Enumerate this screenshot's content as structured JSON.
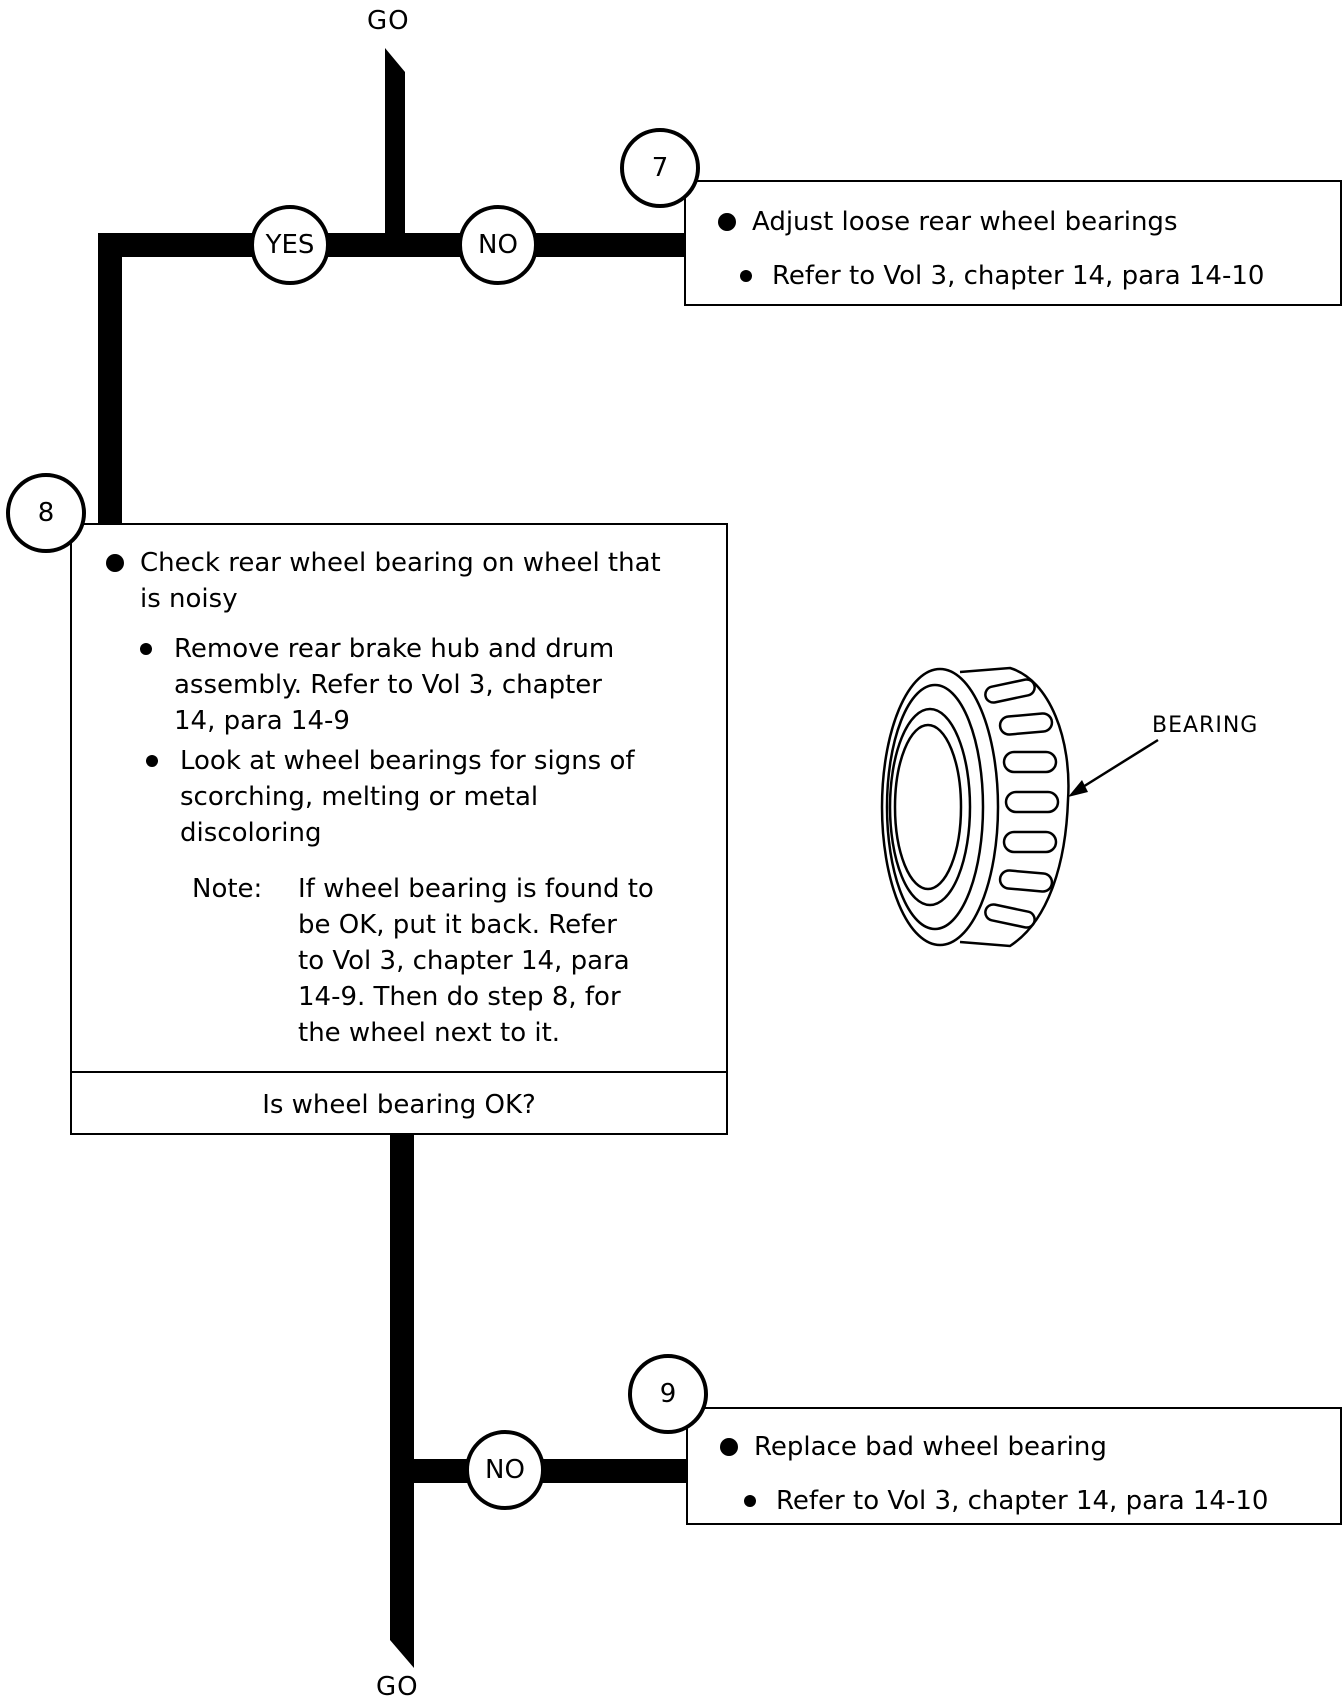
{
  "terminals": {
    "top": "GO",
    "bottom": "GO"
  },
  "decisions": {
    "yes_top": "YES",
    "no_top": "NO",
    "no_bottom": "NO"
  },
  "step7": {
    "number": "7",
    "action": "Adjust loose rear wheel bearings",
    "ref": "Refer to Vol 3, chapter 14, para 14-10"
  },
  "step8": {
    "number": "8",
    "action_line1": "Check rear wheel bearing on wheel that",
    "action_line2": "is noisy",
    "sub1_line1": "Remove rear brake hub and drum",
    "sub1_line2": "assembly.  Refer to Vol 3, chapter",
    "sub1_line3": "14, para 14-9",
    "sub2_line1": "Look at wheel bearings for signs of",
    "sub2_line2": "scorching, melting or metal",
    "sub2_line3": "discoloring",
    "note_label": "Note:",
    "note_line1": "If wheel bearing is found to",
    "note_line2": "be OK, put it back.  Refer",
    "note_line3": "to Vol 3, chapter 14, para",
    "note_line4": "14-9.  Then do step 8, for",
    "note_line5": "the wheel next to it.",
    "question": "Is wheel bearing OK?"
  },
  "step9": {
    "number": "9",
    "action": "Replace bad wheel bearing",
    "ref": "Refer to Vol 3, chapter 14, para 14-10"
  },
  "illustration": {
    "callout": "BEARING"
  }
}
